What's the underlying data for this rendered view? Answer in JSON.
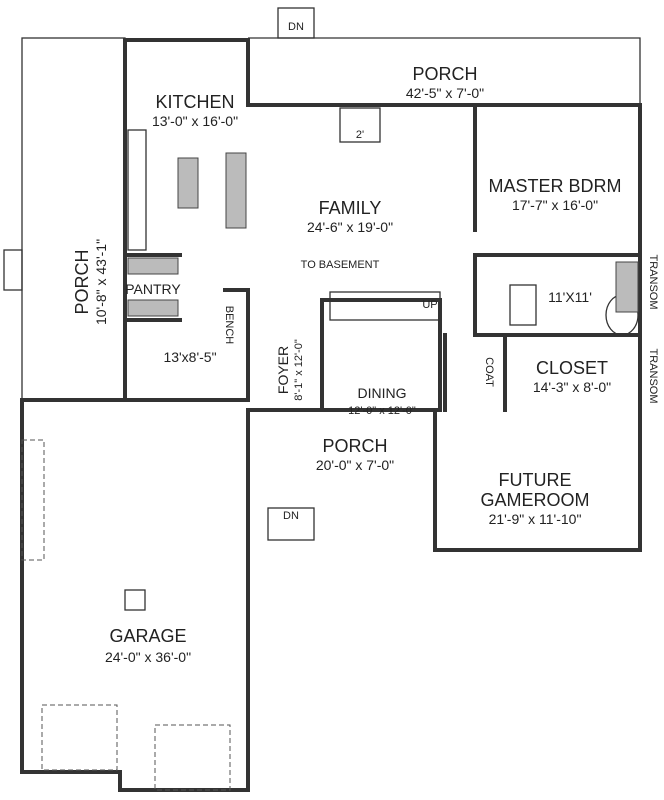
{
  "rooms": {
    "kitchen": {
      "name": "KITCHEN",
      "size": "13'-0\" x 16'-0\""
    },
    "porch_top": {
      "name": "PORCH",
      "size": "42'-5\" x 7'-0\""
    },
    "family": {
      "name": "FAMILY",
      "size": "24'-6\" x 19'-0\""
    },
    "master": {
      "name": "MASTER BDRM",
      "size": "17'-7\" x 16'-0\""
    },
    "porch_side": {
      "name": "PORCH",
      "size": "10'-8\" x 43'-1\""
    },
    "pantry": {
      "name": "PANTRY"
    },
    "mudroom": {
      "size": "13'x8'-5\""
    },
    "bench": {
      "name": "BENCH"
    },
    "foyer": {
      "name": "FOYER",
      "size": "8'-1\" x 12'-0\""
    },
    "basement": {
      "name": "TO BASEMENT"
    },
    "bath": {
      "size": "11'X11'"
    },
    "coat": {
      "name": "COAT"
    },
    "closet": {
      "name": "CLOSET",
      "size": "14'-3\" x 8'-0\""
    },
    "dining": {
      "name": "DINING",
      "size": "12'-0\" x 12'-0\""
    },
    "porch_front": {
      "name": "PORCH",
      "size": "20'-0\" x 7'-0\""
    },
    "gameroom": {
      "name": "FUTURE",
      "name2": "GAMEROOM",
      "size": "21'-9\" x 11'-10\""
    },
    "garage": {
      "name": "GARAGE",
      "size": "24'-0\" x 36'-0\""
    }
  },
  "annotations": {
    "transom1": "TRANSOM",
    "transom2": "TRANSOM",
    "up": "UP",
    "dn": "DN",
    "width_2": "2'"
  }
}
